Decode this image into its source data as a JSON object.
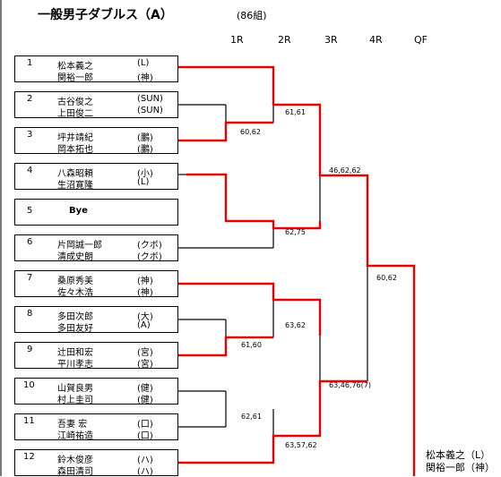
{
  "title": "一般男子ダブルス（A）",
  "subtitle": "(86組)",
  "rounds": [
    "1R",
    "2R",
    "3R",
    "4R",
    "QF"
  ],
  "entries": [
    {
      "seed": "1",
      "players": [
        "松本義之",
        "関裕一郎"
      ],
      "clubs": [
        "(L)",
        "(神)"
      ]
    },
    {
      "seed": "2",
      "players": [
        "古谷俊之",
        "上田俊二"
      ],
      "clubs": [
        "(SUN)",
        "(SUN)"
      ]
    },
    {
      "seed": "3",
      "players": [
        "坪井靖紀",
        "岡本拓也"
      ],
      "clubs": [
        "(鵬)",
        "(鵬)"
      ]
    },
    {
      "seed": "4",
      "players": [
        "八森昭頼",
        "生沼寛隆"
      ],
      "clubs": [
        "(小)",
        "(L)"
      ]
    },
    {
      "seed": "5",
      "bye": "Bye"
    },
    {
      "seed": "6",
      "players": [
        "片岡誠一郎",
        "清成史朗"
      ],
      "clubs": [
        "(クボ)",
        "(クボ)"
      ]
    },
    {
      "seed": "7",
      "players": [
        "桑原秀美",
        "佐々木浩"
      ],
      "clubs": [
        "(神)",
        "(神)"
      ]
    },
    {
      "seed": "8",
      "players": [
        "多田次郎",
        "多田友好"
      ],
      "clubs": [
        "(大)",
        "(A)"
      ]
    },
    {
      "seed": "9",
      "players": [
        "辻田和宏",
        "平川孝志"
      ],
      "clubs": [
        "(宮)",
        "(宮)"
      ]
    },
    {
      "seed": "10",
      "players": [
        "山賀良男",
        "村上圭司"
      ],
      "clubs": [
        "(健)",
        "(健)"
      ]
    },
    {
      "seed": "11",
      "players": [
        "吾妻 宏",
        "江崎祐造"
      ],
      "clubs": [
        "(口)",
        "(口)"
      ]
    },
    {
      "seed": "12",
      "players": [
        "鈴木俊彦",
        "森田清司"
      ],
      "clubs": [
        "(ハ)",
        "(ハ)"
      ]
    }
  ],
  "scores": {
    "m23": "60,62",
    "m123": "61,61",
    "m89": "61,60",
    "m1011": "62,61",
    "m456": "62,75",
    "m789": "63,62",
    "m1012": "63,57,62",
    "m16": "46,62,62",
    "m712": "63,46,76(7)",
    "mqf": "60,62"
  },
  "winner": [
    "松本義之（L）",
    "関裕一郎（神）"
  ],
  "colors": {
    "winner_line": "#e60000",
    "line": "#000000"
  }
}
